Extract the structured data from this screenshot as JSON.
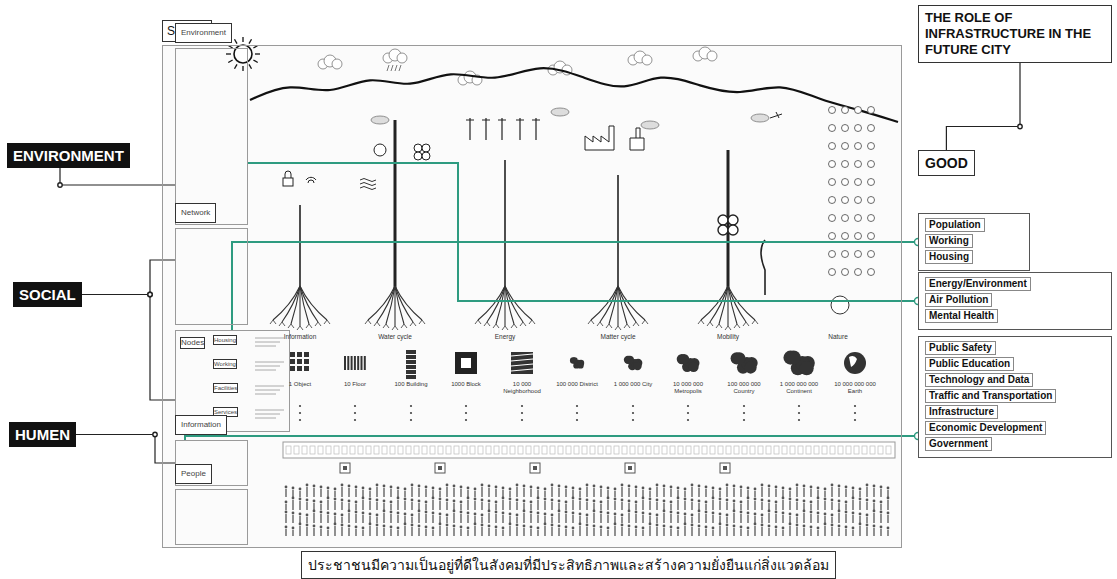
{
  "diagram": {
    "caption": "ประชาชนมีความเป็นอยู่ที่ดีในสังคมที่มีประสิทธิภาพและสร้างความยั่งยืนแก่สิ่งแวดล้อม",
    "nodes": [
      {
        "text": [
          "SPACE"
        ]
      },
      {
        "text": [
          "Environment"
        ],
        "in": 0
      },
      {
        "text": [
          "Network"
        ],
        "in": 0
      },
      {
        "text": [
          "Nodes",
          "Housing",
          "Working",
          "Facilities",
          "Services"
        ],
        "in": 0
      },
      {
        "text": [
          "Information"
        ],
        "in": 0
      },
      {
        "text": [
          "People"
        ],
        "in": 0
      },
      {
        "text": [
          "ENVIRONMENT"
        ]
      },
      {
        "text": [
          "SOCIAL"
        ]
      },
      {
        "text": [
          "HUMEN"
        ]
      },
      {
        "text": [
          "THE ROLE OF INFRASTRUCTURE IN THE FUTURE CITY"
        ]
      },
      {
        "text": [
          "GOOD"
        ]
      },
      {
        "text": [
          "Population",
          "Working",
          "Housing"
        ]
      },
      {
        "text": [
          "Energy/Environment",
          "Air Pollution",
          "Mental Health"
        ]
      },
      {
        "text": [
          "Public Safety",
          "Public Education",
          "Technology and Data",
          "Traffic and Transportation",
          "Infrastructure",
          "Economic Development",
          "Government"
        ]
      }
    ],
    "edges": [
      {
        "from": 6,
        "to": 1,
        "arrow": "none"
      },
      {
        "from": 7,
        "to": 2,
        "arrow": "none"
      },
      {
        "from": 7,
        "to": 3,
        "arrow": "none"
      },
      {
        "from": 8,
        "to": 4,
        "arrow": "none"
      },
      {
        "from": 9,
        "to": 10,
        "arrow": "none"
      },
      {
        "from": 3,
        "to": 11,
        "arrow": "none"
      },
      {
        "from": 1,
        "to": 12,
        "arrow": "none"
      },
      {
        "from": 4,
        "to": 13,
        "arrow": "none"
      }
    ],
    "labels": [
      "Information",
      "Water cycle",
      "Energy",
      "Matter cycle",
      "Mobility",
      "Nature",
      "1 Object",
      "10 Floor",
      "100 Building",
      "1000 Block",
      "10 000 Neighborhood",
      "100 000 District",
      "1 000 000 City",
      "10 000 000 Metropolis",
      "100 000 000 Country",
      "1 000 000 000 Continent",
      "10 000 000 000 Earth"
    ]
  }
}
